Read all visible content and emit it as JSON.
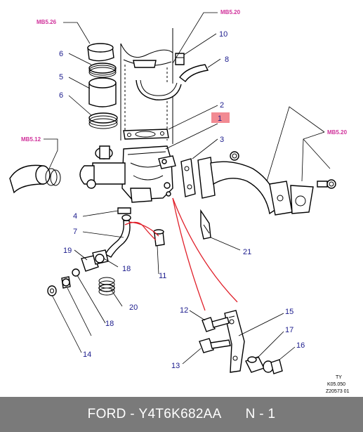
{
  "callouts": [
    {
      "id": "c1",
      "text": "1"
    },
    {
      "id": "c2",
      "text": "2"
    },
    {
      "id": "c3",
      "text": "3"
    },
    {
      "id": "c4",
      "text": "4"
    },
    {
      "id": "c5",
      "text": "5"
    },
    {
      "id": "c6a",
      "text": "6"
    },
    {
      "id": "c6b",
      "text": "6"
    },
    {
      "id": "c7",
      "text": "7"
    },
    {
      "id": "c8",
      "text": "8"
    },
    {
      "id": "c10",
      "text": "10"
    },
    {
      "id": "c11",
      "text": "11"
    },
    {
      "id": "c12",
      "text": "12"
    },
    {
      "id": "c13",
      "text": "13"
    },
    {
      "id": "c14",
      "text": "14"
    },
    {
      "id": "c15",
      "text": "15"
    },
    {
      "id": "c16",
      "text": "16"
    },
    {
      "id": "c17",
      "text": "17"
    },
    {
      "id": "c18a",
      "text": "18"
    },
    {
      "id": "c18b",
      "text": "18"
    },
    {
      "id": "c19",
      "text": "19"
    },
    {
      "id": "c20",
      "text": "20"
    },
    {
      "id": "c21",
      "text": "21"
    }
  ],
  "section_refs": [
    {
      "id": "r1",
      "text": "MB5.26"
    },
    {
      "id": "r2",
      "text": "MB5.20"
    },
    {
      "id": "r3",
      "text": "MB5.12"
    },
    {
      "id": "r4",
      "text": "MB5.20"
    }
  ],
  "corner_codes": [
    "TY",
    "K05.050",
    "Z20573 01"
  ],
  "footer": {
    "brand": "FORD",
    "separator": " - ",
    "part_number": "Y4T6K682AA",
    "quantity": "N - 1"
  },
  "colors": {
    "callout_text": "#1a1a8c",
    "section_ref_text": "#d0309a",
    "highlight_box": "#f28a92",
    "red_leader": "#e0202a",
    "footer_bg": "#7a7a7a"
  }
}
